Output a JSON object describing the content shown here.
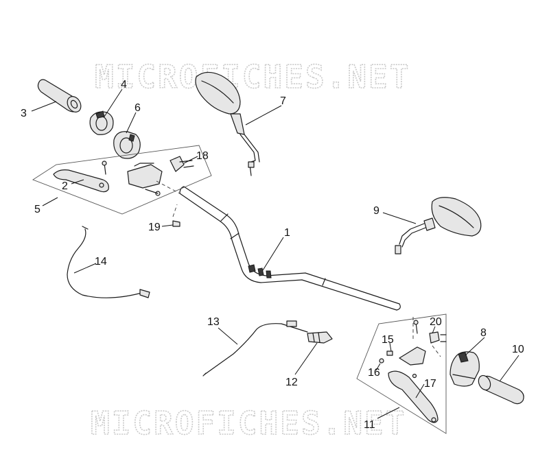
{
  "watermark": {
    "top": "MICROFICHES.NET",
    "bottom": "MICROFICHES.NET"
  },
  "callouts": [
    {
      "id": "1",
      "label": "1"
    },
    {
      "id": "2",
      "label": "2"
    },
    {
      "id": "3",
      "label": "3"
    },
    {
      "id": "4",
      "label": "4"
    },
    {
      "id": "5",
      "label": "5"
    },
    {
      "id": "6",
      "label": "6"
    },
    {
      "id": "7",
      "label": "7"
    },
    {
      "id": "8",
      "label": "8"
    },
    {
      "id": "9",
      "label": "9"
    },
    {
      "id": "10",
      "label": "10"
    },
    {
      "id": "11",
      "label": "11"
    },
    {
      "id": "12",
      "label": "12"
    },
    {
      "id": "13",
      "label": "13"
    },
    {
      "id": "14",
      "label": "14"
    },
    {
      "id": "15",
      "label": "15"
    },
    {
      "id": "16",
      "label": "16"
    },
    {
      "id": "17",
      "label": "17"
    },
    {
      "id": "18",
      "label": "18"
    },
    {
      "id": "19",
      "label": "19"
    },
    {
      "id": "20",
      "label": "20"
    }
  ],
  "colors": {
    "ink": "#1a1a1a",
    "watermark": "#c9c9c9",
    "part_fill": "#e6e6e6",
    "background": "#ffffff"
  }
}
